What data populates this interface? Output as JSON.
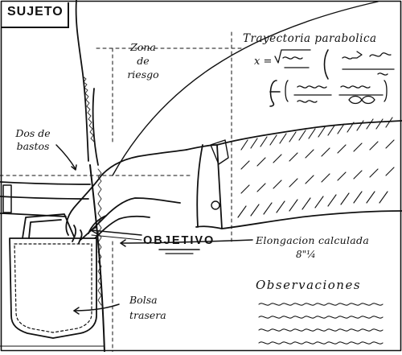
{
  "title": "SUJETO",
  "labels": {
    "zona_de_riesgo": "Zona\nde\nriesgo",
    "dos_de_bastos": "Dos de\nbastos",
    "trayectoria": "Trayectoria parabolica",
    "objetivo": "OBJETIVO",
    "elongacion": "Elongacion calculada",
    "elongacion_valor": "8\"¼",
    "bolsa": "Bolsa\ntrasera",
    "observaciones": "Observaciones"
  },
  "colors": {
    "ink": "#111111",
    "paper": "#ffffff"
  }
}
